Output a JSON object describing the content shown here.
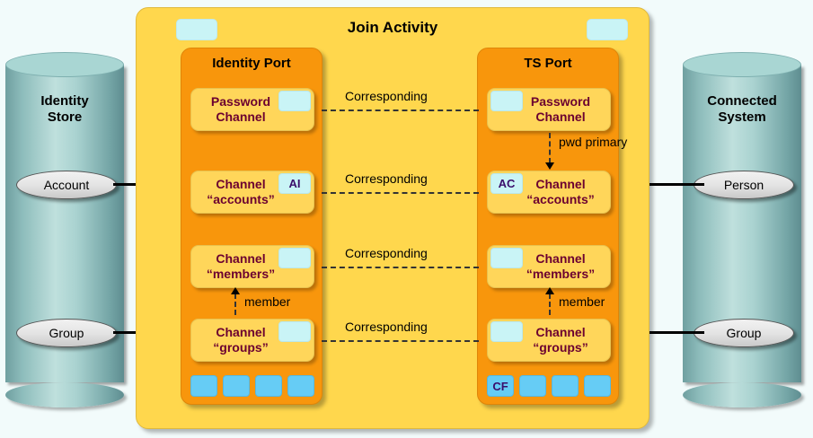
{
  "diagram": {
    "title": "Join Activity",
    "left_store": {
      "title_line1": "Identity",
      "title_line2": "Store",
      "entities": [
        "Account",
        "Group"
      ]
    },
    "right_store": {
      "title_line1": "Connected",
      "title_line2": "System",
      "entities": [
        "Person",
        "Group"
      ]
    },
    "left_port": {
      "title": "Identity Port",
      "channels": [
        {
          "line1": "Password",
          "line2": "Channel",
          "badge": ""
        },
        {
          "line1": "Channel",
          "line2": "“accounts”",
          "badge": "AI"
        },
        {
          "line1": "Channel",
          "line2": "“members”",
          "badge": ""
        },
        {
          "line1": "Channel",
          "line2": "“groups”",
          "badge": ""
        }
      ],
      "chips": [
        "",
        "",
        "",
        ""
      ]
    },
    "right_port": {
      "title": "TS Port",
      "channels": [
        {
          "line1": "Password",
          "line2": "Channel",
          "badge": ""
        },
        {
          "line1": "Channel",
          "line2": "“accounts”",
          "badge": "AC"
        },
        {
          "line1": "Channel",
          "line2": "“members”",
          "badge": ""
        },
        {
          "line1": "Channel",
          "line2": "“groups”",
          "badge": ""
        }
      ],
      "chips": [
        "CF",
        "",
        "",
        ""
      ]
    },
    "corresponding_labels": [
      "Corresponding",
      "Corresponding",
      "Corresponding",
      "Corresponding"
    ],
    "internal_labels": {
      "pwd_primary": "pwd primary",
      "member_left": "member",
      "member_right": "member"
    },
    "colors": {
      "join_bg": "#ffd74d",
      "port_bg": "#f8960c",
      "channel_bg": "#ffd65a",
      "channel_text": "#6b0030",
      "badge_bg": "#c9f4f6",
      "chip_bg": "#66ccf5",
      "cylinder": "#8dbcbb",
      "canvas_bg": "#f2fbfb"
    }
  }
}
